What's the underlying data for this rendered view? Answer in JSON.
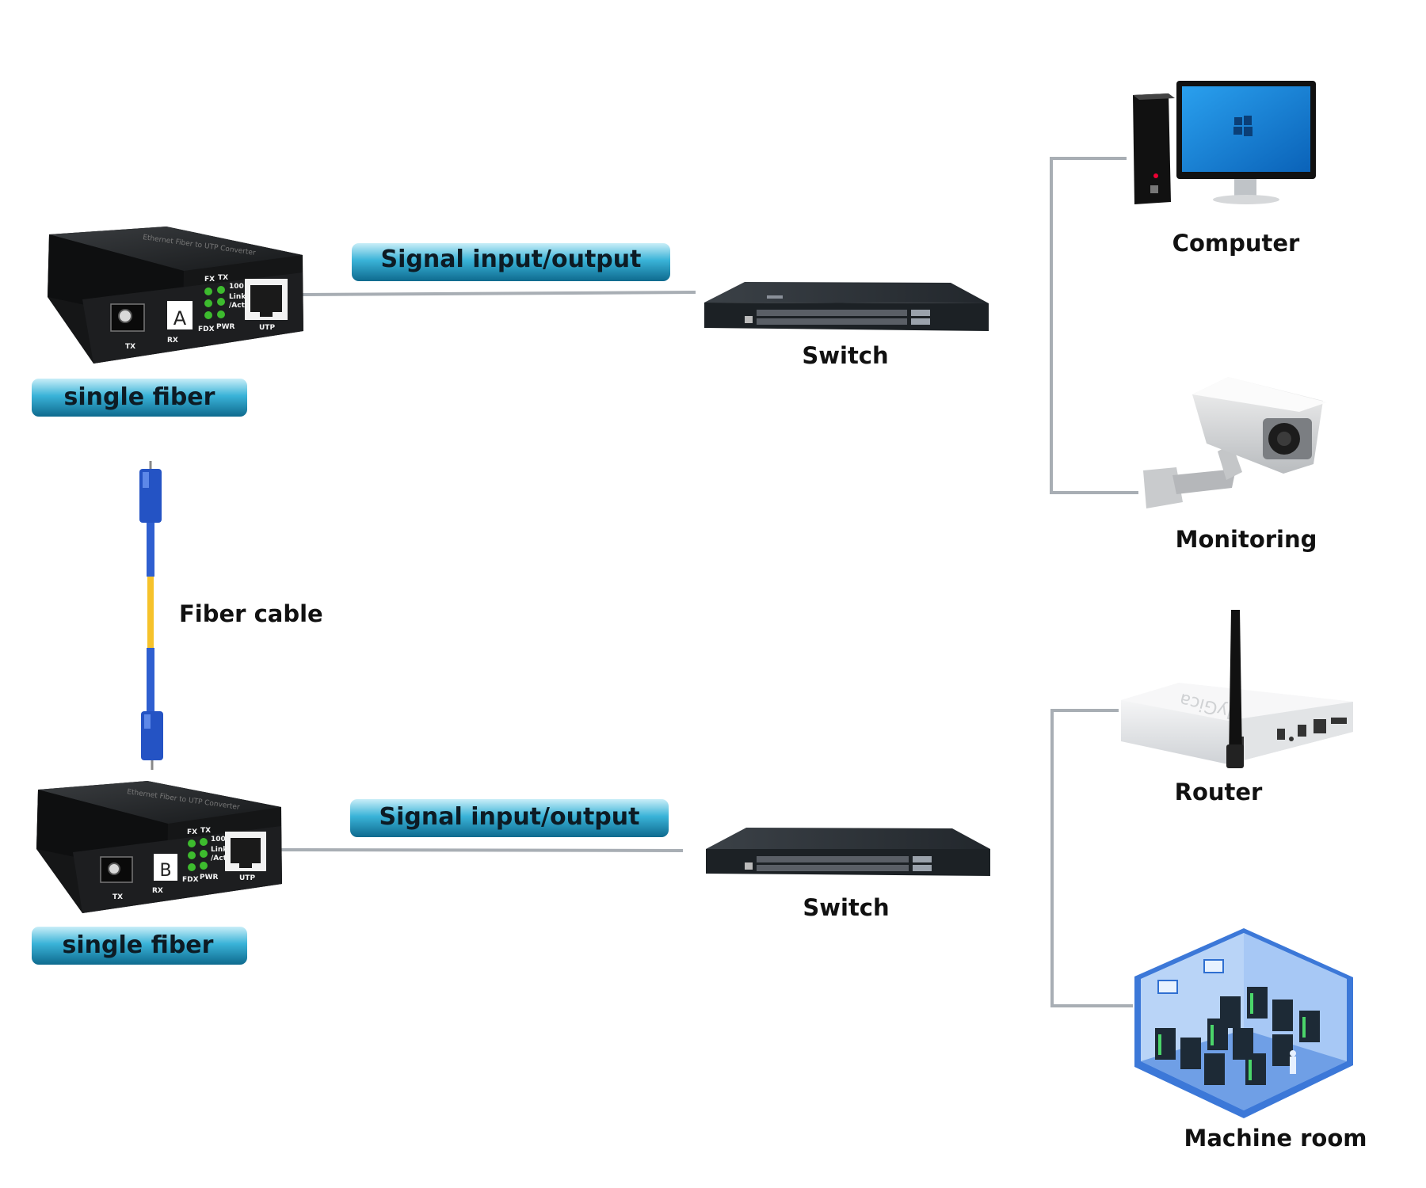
{
  "colors": {
    "pill_top": "#bfe9f6",
    "pill_mid": "#35aed4",
    "pill_bottom": "#0f6f93",
    "connector_line": "#a8aeb4",
    "device_body": "#1b1b1b",
    "led_green": "#3dbb2e",
    "fiber_yellow": "#f6c22a",
    "fiber_blue": "#2453c4",
    "monitor_screen": "#1a86d8",
    "room_blue": "#2f6fd1"
  },
  "converter_top": {
    "pill_label": "single fiber",
    "port_letter": "A",
    "port_tx": "TX",
    "port_rx": "RX",
    "led_fx": "FX",
    "led_tx": "TX",
    "led_100": "100",
    "led_link": "Link",
    "led_act": "/Act",
    "led_fdx": "FDX",
    "led_pwr": "PWR",
    "port_utp": "UTP"
  },
  "converter_bottom": {
    "pill_label": "single fiber",
    "port_letter": "B",
    "port_tx": "TX",
    "port_rx": "RX",
    "led_fx": "FX",
    "led_tx": "TX",
    "led_100": "100",
    "led_link": "Link",
    "led_act": "/Act",
    "led_fdx": "FDX",
    "led_pwr": "PWR",
    "port_utp": "UTP"
  },
  "signal_top": {
    "label": "Signal input/output"
  },
  "signal_bottom": {
    "label": "Signal input/output"
  },
  "switch_top": {
    "label": "Switch"
  },
  "switch_bottom": {
    "label": "Switch"
  },
  "fiber_cable": {
    "label": "Fiber cable"
  },
  "devices": {
    "computer": "Computer",
    "monitoring": "Monitoring",
    "router": "Router",
    "machine_room": "Machine room"
  },
  "icons": {
    "converter": "media-converter-icon",
    "switch": "network-switch-icon",
    "fiber": "fiber-patch-cable-icon",
    "computer": "desktop-computer-icon",
    "camera": "cctv-camera-icon",
    "router": "wifi-router-icon",
    "server_room": "server-room-icon"
  }
}
